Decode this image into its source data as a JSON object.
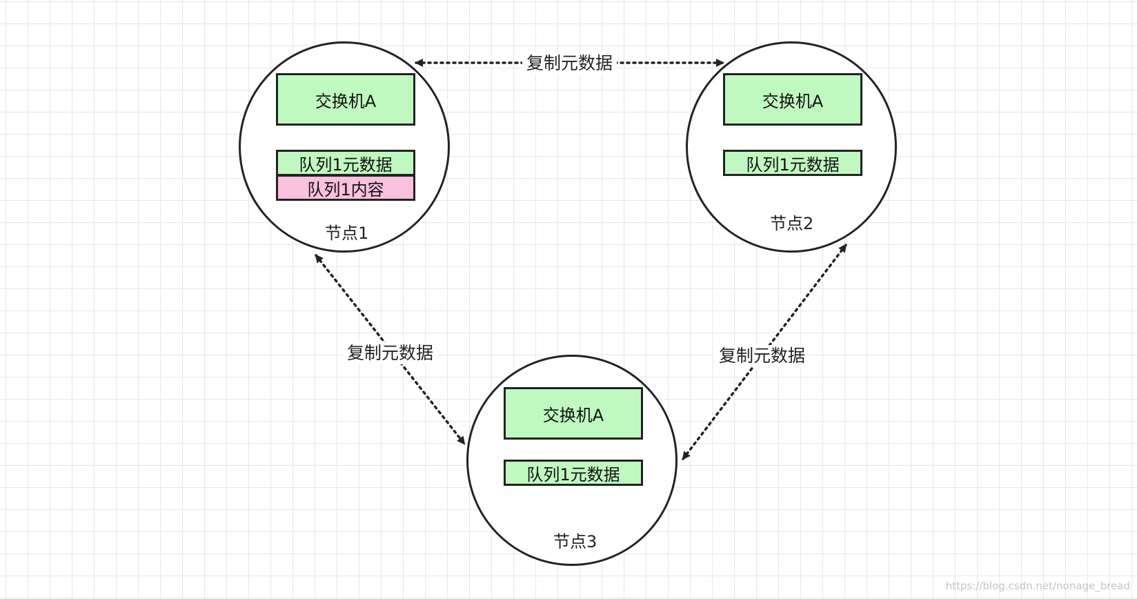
{
  "colors": {
    "exchange_fill": "#c0f9c0",
    "metadata_fill": "#c0f9c0",
    "content_fill": "#f9c0e0",
    "stroke": "#222222"
  },
  "links": {
    "n1_n2": {
      "label": "复制元数据"
    },
    "n1_n3": {
      "label": "复制元数据"
    },
    "n2_n3": {
      "label": "复制元数据"
    }
  },
  "nodes": {
    "n1": {
      "label": "节点1",
      "exchange": "交换机A",
      "queue_metadata": "队列1元数据",
      "queue_content": "队列1内容"
    },
    "n2": {
      "label": "节点2",
      "exchange": "交换机A",
      "queue_metadata": "队列1元数据"
    },
    "n3": {
      "label": "节点3",
      "exchange": "交换机A",
      "queue_metadata": "队列1元数据"
    }
  },
  "watermark": "https://blog.csdn.net/nonage_bread"
}
